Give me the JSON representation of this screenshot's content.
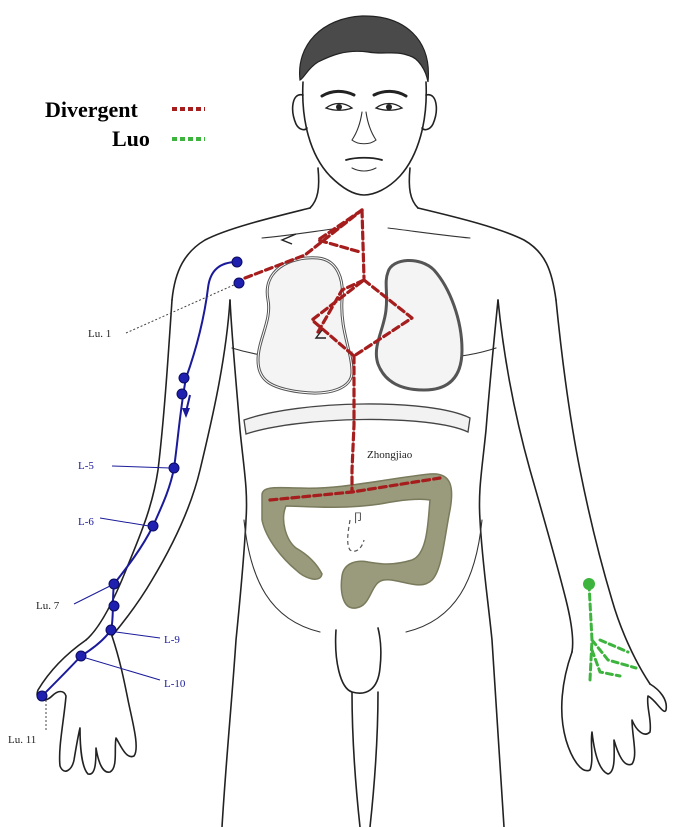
{
  "legend": {
    "divergent": {
      "label": "Divergent",
      "color": "#a51d1d"
    },
    "luo": {
      "label": "Luo",
      "color": "#3db43d"
    }
  },
  "labels": {
    "lu1": "Lu. 1",
    "l5": "L-5",
    "l6": "L-6",
    "lu7": "Lu. 7",
    "l9": "L-9",
    "l10": "L-10",
    "lu11": "Lu. 11",
    "zhongjiao": "Zhongjiao"
  },
  "colors": {
    "meridian_points": "#1f1fb0",
    "organ_fill": "#9a9a7c",
    "luo_point": "#3db43d"
  },
  "icons": {
    "figure": "human-body-outline",
    "organs": [
      "lungs",
      "large-intestine",
      "stomach"
    ]
  }
}
